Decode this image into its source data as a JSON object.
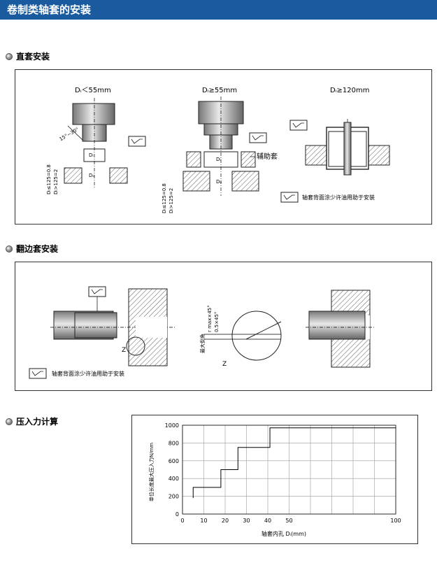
{
  "header": {
    "title": "卷制类轴套的安装"
  },
  "sections": {
    "s1": "直套安装",
    "s2": "翻边套安装",
    "s3": "压入力计算"
  },
  "s1": {
    "lbl1": "Dᵢ＜55mm",
    "lbl2": "Dᵢ≥55mm",
    "lbl3": "Dᵢ≥120mm",
    "angle": "15°~30°",
    "di": "Dᵢ",
    "do": "Dₒ",
    "tol_a": "Dᵢ≤125=0.8",
    "tol_b": "Dᵢ>125=2",
    "aux": "辅助套",
    "note": "轴套背面涂少许油用助于安装"
  },
  "s2": {
    "z1": "Z",
    "z2": "Z",
    "cham1": "0.5×45°",
    "cham2": "r max×45°",
    "cham3": "最大倒角",
    "note": "轴套背面涂少许油用助于安装"
  },
  "chart_data": {
    "type": "line",
    "xlabel": "轴套内孔 Dᵢ(mm)",
    "ylabel": "单位长度最大压入力N/mm",
    "xlim": [
      0,
      100
    ],
    "ylim": [
      0,
      1000
    ],
    "xticks": [
      0,
      10,
      20,
      30,
      40,
      50,
      60,
      70,
      80,
      90,
      100
    ],
    "yticks": [
      0,
      200,
      400,
      600,
      800,
      1000
    ],
    "xticklabels": [
      "0",
      "10",
      "20",
      "30",
      "40",
      "50",
      "100"
    ],
    "series": [
      {
        "x": [
          5,
          5,
          18,
          18,
          26,
          26,
          41,
          41,
          100
        ],
        "y": [
          180,
          300,
          300,
          500,
          500,
          750,
          750,
          970,
          970
        ]
      }
    ]
  }
}
